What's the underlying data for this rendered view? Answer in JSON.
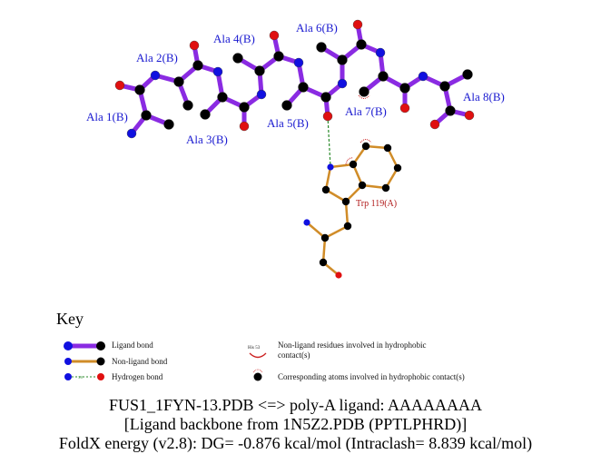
{
  "residue_labels": {
    "ala1": "Ala 1(B)",
    "ala2": "Ala 2(B)",
    "ala3": "Ala 3(B)",
    "ala4": "Ala 4(B)",
    "ala5": "Ala 5(B)",
    "ala6": "Ala 6(B)",
    "ala7": "Ala 7(B)",
    "ala8": "Ala 8(B)",
    "trp": "Trp 119(A)"
  },
  "key": {
    "title": "Key",
    "ligand_bond": "Ligand bond",
    "nonligand_bond": "Non-ligand bond",
    "hydrogen_bond": "Hydrogen bond",
    "hbond_distance": "3.0",
    "hydrophobic_example_residue": "His 53",
    "hydrophobic_residues": "Non-ligand residues involved in hydrophobic contact(s)",
    "hydrophobic_atoms": "Corresponding atoms involved in hydrophobic contact(s)"
  },
  "caption": {
    "line1": "FUS1_1FYN-13.PDB <=> poly-A ligand: AAAAAAAA",
    "line2": "[Ligand backbone from 1N5Z2.PDB (PPTLPHRD)]",
    "line3": "FoldX energy (v2.8): DG= -0.876 kcal/mol (Intraclash= 8.839 kcal/mol)"
  },
  "colors": {
    "ligand_bond": "#8a2be2",
    "nonligand_bond": "#d08c28",
    "hbond": "#2a8a2a",
    "carbon": "#000000",
    "nitrogen": "#1010e0",
    "oxygen": "#e01010",
    "hydrophobic": "#cc2222"
  }
}
